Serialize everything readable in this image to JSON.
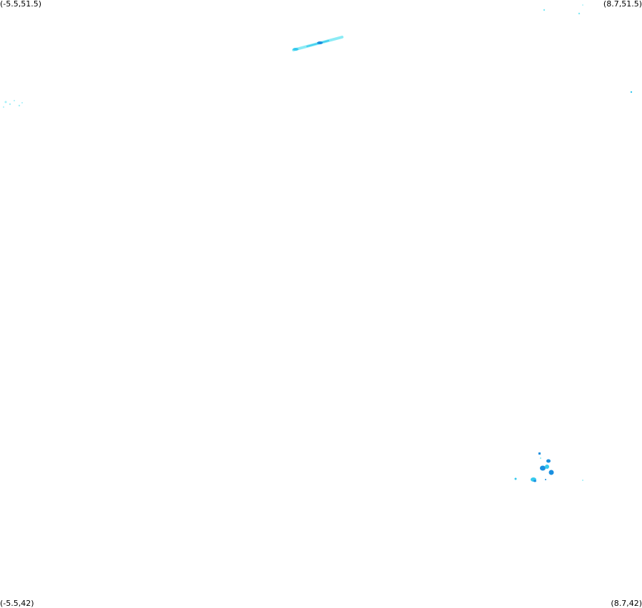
{
  "map": {
    "corners": {
      "top_left": "(-5.5,51.5)",
      "top_right": "(8.7,51.5)",
      "bottom_left": "(-5.5,42)",
      "bottom_right": "(8.7,42)"
    },
    "bounds": {
      "lon_min": -5.5,
      "lon_max": 8.7,
      "lat_min": 42,
      "lat_max": 51.5
    },
    "colors": {
      "light": "#7fe9f5",
      "medium": "#36c9ee",
      "dark": "#1a8fe0",
      "background": "#ffffff"
    }
  }
}
